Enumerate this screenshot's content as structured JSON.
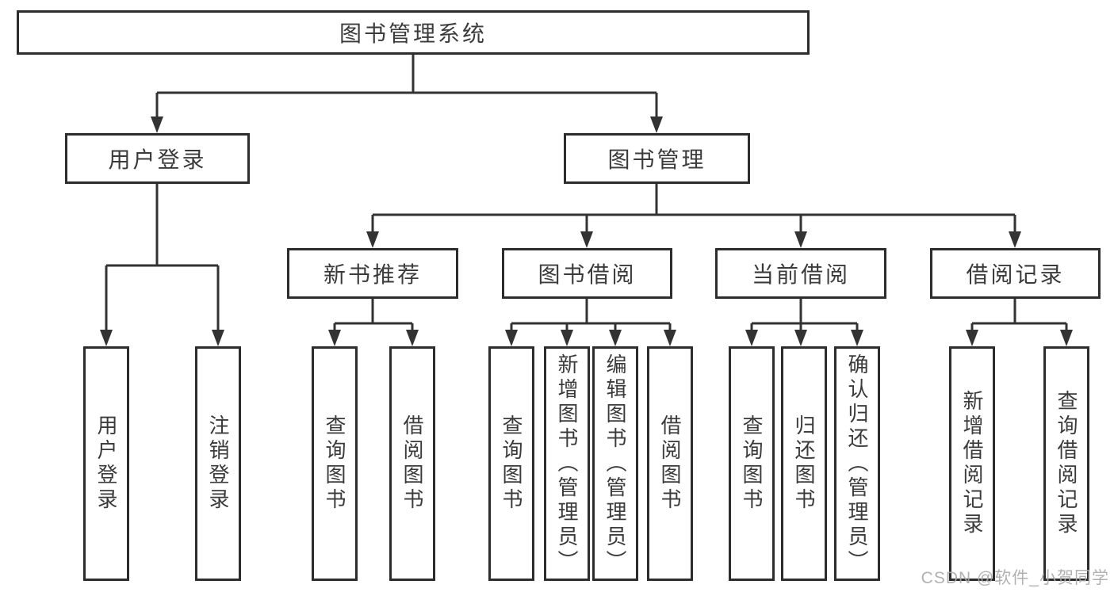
{
  "tree": {
    "root": {
      "label": "图书管理系统",
      "children": [
        {
          "label": "用户登录",
          "children": [
            {
              "label": "用户登录"
            },
            {
              "label": "注销登录"
            }
          ]
        },
        {
          "label": "图书管理",
          "children": [
            {
              "label": "新书推荐",
              "children": [
                {
                  "label": "查询图书"
                },
                {
                  "label": "借阅图书"
                }
              ]
            },
            {
              "label": "图书借阅",
              "children": [
                {
                  "label": "查询图书"
                },
                {
                  "label": "新增图书（管理员）"
                },
                {
                  "label": "编辑图书（管理员）"
                },
                {
                  "label": "借阅图书"
                }
              ]
            },
            {
              "label": "当前借阅",
              "children": [
                {
                  "label": "查询图书"
                },
                {
                  "label": "归还图书"
                },
                {
                  "label": "确认归还（管理员）"
                }
              ]
            },
            {
              "label": "借阅记录",
              "children": [
                {
                  "label": "新增借阅记录"
                },
                {
                  "label": "查询借阅记录"
                }
              ]
            }
          ]
        }
      ]
    }
  },
  "watermark": "CSDN @软件_小贺同学",
  "colors": {
    "line": "#333333",
    "box_border": "#2d2d2d",
    "text": "#3b3b3b",
    "watermark": "#a8a8a8",
    "background": "#ffffff"
  }
}
